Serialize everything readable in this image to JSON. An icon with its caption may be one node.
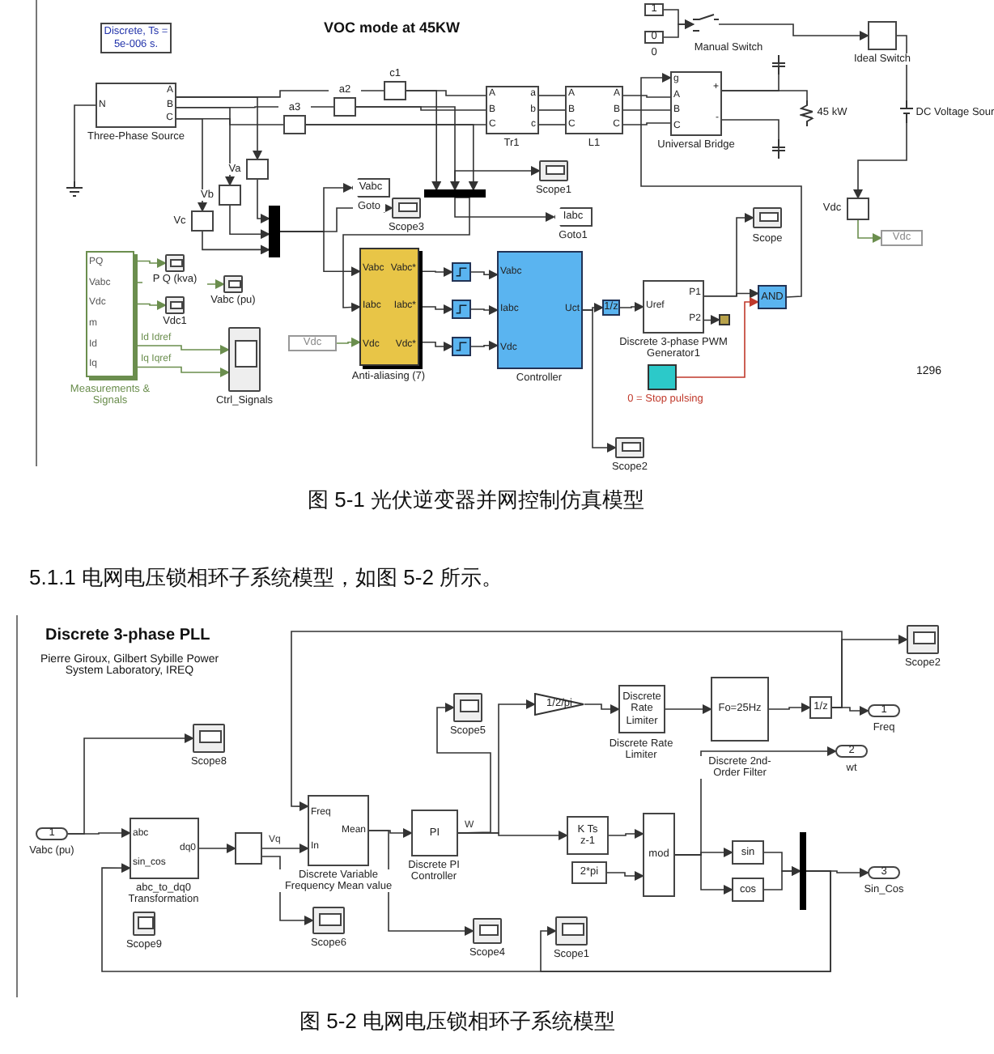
{
  "diagram": {
    "nodes": [
      {
        "text": [
          "Discrete, Ts = 5e-006 s."
        ]
      },
      {
        "text": [
          "N",
          "A",
          "B",
          "C"
        ],
        "beside": [
          "Three-Phase Source"
        ]
      },
      {
        "text": [],
        "shape": "ground"
      },
      {
        "text": [],
        "shape": "box",
        "beside": [
          "c1"
        ]
      },
      {
        "text": [],
        "shape": "box",
        "beside": [
          "a2"
        ]
      },
      {
        "text": [],
        "shape": "box",
        "beside": [
          "a3"
        ]
      },
      {
        "text": [],
        "shape": "box",
        "beside": [
          "Va"
        ]
      },
      {
        "text": [],
        "shape": "box",
        "beside": [
          "Vb"
        ]
      },
      {
        "text": [],
        "shape": "box",
        "beside": [
          "Vc"
        ]
      },
      {
        "text": [],
        "shape": "bar"
      },
      {
        "text": [
          "Vabc"
        ],
        "beside": [
          "Goto"
        ]
      },
      {
        "text": [],
        "shape": "box",
        "beside": [
          "Scope3"
        ]
      },
      {
        "text": [],
        "shape": "bar"
      },
      {
        "text": [
          "A",
          "B",
          "C",
          "a",
          "b",
          "c"
        ],
        "beside": [
          "Tr1"
        ]
      },
      {
        "text": [
          "A",
          "B",
          "C",
          "A",
          "B",
          "C"
        ],
        "beside": [
          "L1"
        ]
      },
      {
        "text": [
          "g",
          "A",
          "B",
          "C",
          "+",
          "-"
        ],
        "beside": [
          "Universal Bridge"
        ]
      },
      {
        "text": [
          "1"
        ]
      },
      {
        "text": [
          "0"
        ],
        "beside": [
          "0"
        ]
      },
      {
        "text": [],
        "shape": "switch",
        "beside": [
          "Manual Switch"
        ]
      },
      {
        "text": [],
        "shape": "box",
        "beside": [
          "Ideal Switch"
        ]
      },
      {
        "text": [],
        "shape": "capacitor"
      },
      {
        "text": [],
        "shape": "capacitor"
      },
      {
        "text": [],
        "shape": "resistor",
        "beside": [
          "45 kW"
        ]
      },
      {
        "text": [],
        "shape": "battery",
        "beside": [
          "DC Voltage Sour"
        ]
      },
      {
        "text": [],
        "shape": "box",
        "beside": [
          "Vdc"
        ]
      },
      {
        "text": [
          "Vdc"
        ]
      },
      {
        "text": [],
        "shape": "box",
        "beside": [
          "Scope1"
        ]
      },
      {
        "text": [
          "Iabc"
        ],
        "beside": [
          "Goto1"
        ]
      },
      {
        "text": [
          "PQ",
          "Vabc",
          "Vdc",
          "m",
          "Id",
          "Iq"
        ],
        "beside": [
          "Measurements & Signals"
        ]
      },
      {
        "text": [],
        "shape": "box",
        "beside": [
          "P Q (kva)"
        ]
      },
      {
        "text": [],
        "shape": "box",
        "beside": [
          "Vabc (pu)"
        ]
      },
      {
        "text": [],
        "shape": "box",
        "beside": [
          "Vdc1"
        ]
      },
      {
        "text": [],
        "shape": "box",
        "beside": [
          "Ctrl_Signals"
        ]
      },
      {
        "text": [
          "Vdc"
        ]
      },
      {
        "text": [
          "Vabc",
          "Iabc",
          "Vdc",
          "Vabc*",
          "Iabc*",
          "Vdc*"
        ],
        "beside": [
          "Anti-aliasing (7)"
        ]
      },
      {
        "text": [],
        "shape": "box"
      },
      {
        "text": [],
        "shape": "box"
      },
      {
        "text": [],
        "shape": "box"
      },
      {
        "text": [
          "Vabc",
          "Iabc",
          "Vdc",
          "Uct"
        ],
        "beside": [
          "Controller"
        ]
      },
      {
        "text": [
          "1/z"
        ]
      },
      {
        "text": [
          "Uref",
          "P1",
          "P2"
        ],
        "beside": [
          "Discrete 3-phase PWM Generator1"
        ]
      },
      {
        "text": [],
        "shape": "box"
      },
      {
        "text": [],
        "shape": "box",
        "beside": [
          "Scope"
        ]
      },
      {
        "text": [
          "AND"
        ]
      },
      {
        "text": [],
        "shape": "box",
        "beside": [
          "0 = Stop pulsing"
        ]
      },
      {
        "text": [],
        "shape": "box",
        "beside": [
          "Scope2"
        ]
      },
      {
        "text": [
          "1"
        ],
        "beside": [
          "Vabc (pu)"
        ]
      },
      {
        "text": [],
        "shape": "box",
        "beside": [
          "Scope8"
        ]
      },
      {
        "text": [
          "abc",
          "sin_cos",
          "dq0"
        ],
        "beside": [
          "abc_to_dq0 Transformation"
        ]
      },
      {
        "text": [],
        "shape": "box",
        "beside": [
          "Scope9"
        ]
      },
      {
        "text": [],
        "shape": "box"
      },
      {
        "text": [
          "Freq",
          "In",
          "Mean"
        ],
        "beside": [
          "Discrete Variable Frequency Mean value"
        ]
      },
      {
        "text": [],
        "shape": "box",
        "beside": [
          "Scope6"
        ]
      },
      {
        "text": [
          "PI"
        ],
        "beside": [
          "Discrete PI Controller"
        ]
      },
      {
        "text": [],
        "shape": "box",
        "beside": [
          "Scope5"
        ]
      },
      {
        "text": [],
        "shape": "box",
        "beside": [
          "Scope4"
        ]
      },
      {
        "text": [
          "1/2/pi"
        ]
      },
      {
        "text": [
          "Discrete Rate Limiter"
        ],
        "beside": [
          "Discrete Rate Limiter"
        ]
      },
      {
        "text": [
          "Fo=25Hz"
        ],
        "beside": [
          "Discrete 2nd-Order Filter"
        ]
      },
      {
        "text": [
          "1/z"
        ]
      },
      {
        "text": [
          "1"
        ],
        "beside": [
          "Freq"
        ]
      },
      {
        "text": [
          "2"
        ],
        "beside": [
          "wt"
        ]
      },
      {
        "text": [],
        "shape": "box",
        "beside": [
          "Scope2"
        ]
      },
      {
        "text": [
          "K Ts",
          "z-1"
        ]
      },
      {
        "text": [
          "2*pi"
        ]
      },
      {
        "text": [
          "mod"
        ]
      },
      {
        "text": [
          "sin"
        ]
      },
      {
        "text": [
          "cos"
        ]
      },
      {
        "text": [],
        "shape": "bar"
      },
      {
        "text": [
          "3"
        ],
        "beside": [
          "Sin_Cos"
        ]
      },
      {
        "text": [],
        "shape": "box",
        "beside": [
          "Scope1"
        ]
      }
    ],
    "edges": [
      {
        "from": 1,
        "to": 2,
        "arrow": "none"
      },
      {
        "from": 1,
        "to": 3,
        "arrow": "none"
      },
      {
        "from": 1,
        "to": 4,
        "arrow": "none"
      },
      {
        "from": 1,
        "to": 5,
        "arrow": "none"
      },
      {
        "from": 3,
        "to": 13,
        "arrow": "none"
      },
      {
        "from": 4,
        "to": 13,
        "arrow": "none"
      },
      {
        "from": 5,
        "to": 13,
        "arrow": "none"
      },
      {
        "from": 13,
        "to": 14,
        "arrow": "none"
      },
      {
        "from": 13,
        "to": 14,
        "arrow": "none"
      },
      {
        "from": 13,
        "to": 14,
        "arrow": "none"
      },
      {
        "from": 14,
        "to": 15,
        "arrow": "none"
      },
      {
        "from": 14,
        "to": 15,
        "arrow": "none"
      },
      {
        "from": 14,
        "to": 15,
        "arrow": "none"
      },
      {
        "from": 1,
        "to": 6,
        "arrow": "to"
      },
      {
        "from": 1,
        "to": 7,
        "arrow": "to"
      },
      {
        "from": 1,
        "to": 8,
        "arrow": "to"
      },
      {
        "from": 6,
        "to": 9,
        "arrow": "to"
      },
      {
        "from": 7,
        "to": 9,
        "arrow": "to"
      },
      {
        "from": 8,
        "to": 9,
        "arrow": "to"
      },
      {
        "from": 9,
        "to": 10,
        "arrow": "to"
      },
      {
        "from": 9,
        "to": 34,
        "arrow": "to"
      },
      {
        "from": 9,
        "to": 11,
        "arrow": "to"
      },
      {
        "from": 3,
        "to": 12,
        "arrow": "to"
      },
      {
        "from": 4,
        "to": 12,
        "arrow": "to"
      },
      {
        "from": 5,
        "to": 12,
        "arrow": "to"
      },
      {
        "from": 12,
        "to": 26,
        "arrow": "to"
      },
      {
        "from": 12,
        "to": 27,
        "arrow": "to"
      },
      {
        "from": 12,
        "to": 34,
        "arrow": "to"
      },
      {
        "from": 15,
        "to": 20,
        "arrow": "none"
      },
      {
        "from": 15,
        "to": 21,
        "arrow": "none"
      },
      {
        "from": 15,
        "to": 22,
        "arrow": "none"
      },
      {
        "from": 16,
        "to": 18,
        "arrow": "to"
      },
      {
        "from": 17,
        "to": 18,
        "arrow": "to"
      },
      {
        "from": 18,
        "to": 19,
        "arrow": "to"
      },
      {
        "from": 19,
        "to": 23,
        "arrow": "none"
      },
      {
        "from": 23,
        "to": 24,
        "arrow": "to"
      },
      {
        "from": 24,
        "to": 25,
        "arrow": "to",
        "color": "#6b8e4e"
      },
      {
        "from": 28,
        "to": 29,
        "arrow": "to",
        "color": "#6b8e4e"
      },
      {
        "from": 28,
        "to": 30,
        "arrow": "to",
        "color": "#6b8e4e"
      },
      {
        "from": 28,
        "to": 31,
        "arrow": "to",
        "color": "#6b8e4e"
      },
      {
        "from": 28,
        "to": 32,
        "arrow": "to",
        "label": "Id Idref",
        "color": "#6b8e4e"
      },
      {
        "from": 28,
        "to": 32,
        "arrow": "to",
        "label": "Iq Iqref",
        "color": "#6b8e4e"
      },
      {
        "from": 33,
        "to": 34,
        "arrow": "to",
        "color": "#6b8e4e"
      },
      {
        "from": 34,
        "to": 35,
        "arrow": "to"
      },
      {
        "from": 34,
        "to": 36,
        "arrow": "to"
      },
      {
        "from": 34,
        "to": 37,
        "arrow": "to"
      },
      {
        "from": 35,
        "to": 38,
        "arrow": "to"
      },
      {
        "from": 36,
        "to": 38,
        "arrow": "to"
      },
      {
        "from": 37,
        "to": 38,
        "arrow": "to"
      },
      {
        "from": 38,
        "to": 39,
        "arrow": "to"
      },
      {
        "from": 39,
        "to": 40,
        "arrow": "to"
      },
      {
        "from": 38,
        "to": 45,
        "arrow": "to"
      },
      {
        "from": 40,
        "to": 42,
        "arrow": "to"
      },
      {
        "from": 40,
        "to": 43,
        "arrow": "to"
      },
      {
        "from": 40,
        "to": 41,
        "arrow": "to"
      },
      {
        "from": 44,
        "to": 43,
        "arrow": "to",
        "color": "#c0392b"
      },
      {
        "from": 43,
        "to": 15,
        "arrow": "to"
      },
      {
        "from": 46,
        "to": 48,
        "arrow": "to"
      },
      {
        "from": 46,
        "to": 47,
        "arrow": "to"
      },
      {
        "from": 48,
        "to": 50,
        "arrow": "to"
      },
      {
        "from": 50,
        "to": 51,
        "arrow": "to",
        "label": "Vq"
      },
      {
        "from": 50,
        "to": 52,
        "arrow": "to"
      },
      {
        "from": 51,
        "to": 53,
        "arrow": "to"
      },
      {
        "from": 51,
        "to": 55,
        "arrow": "to"
      },
      {
        "from": 53,
        "to": 54,
        "arrow": "to",
        "label": "W"
      },
      {
        "from": 53,
        "to": 56,
        "arrow": "to"
      },
      {
        "from": 53,
        "to": 63,
        "arrow": "to"
      },
      {
        "from": 56,
        "to": 57,
        "arrow": "to"
      },
      {
        "from": 57,
        "to": 58,
        "arrow": "to"
      },
      {
        "from": 58,
        "to": 59,
        "arrow": "to"
      },
      {
        "from": 59,
        "to": 60,
        "arrow": "to"
      },
      {
        "from": 59,
        "to": 62,
        "arrow": "to"
      },
      {
        "from": 59,
        "to": 51,
        "arrow": "to"
      },
      {
        "from": 63,
        "to": 65,
        "arrow": "to"
      },
      {
        "from": 64,
        "to": 65,
        "arrow": "to"
      },
      {
        "from": 65,
        "to": 61,
        "arrow": "to"
      },
      {
        "from": 65,
        "to": 66,
        "arrow": "to"
      },
      {
        "from": 65,
        "to": 67,
        "arrow": "to"
      },
      {
        "from": 66,
        "to": 68,
        "arrow": "to"
      },
      {
        "from": 67,
        "to": 68,
        "arrow": "to"
      },
      {
        "from": 68,
        "to": 69,
        "arrow": "to"
      },
      {
        "from": 68,
        "to": 48,
        "arrow": "to"
      },
      {
        "from": 68,
        "to": 70,
        "arrow": "to"
      }
    ],
    "labels": [
      "VOC mode at 45KW",
      "1296",
      "图 5-1 光伏逆变器并网控制仿真模型",
      "5.1.1 电网电压锁相环子系统模型，如图 5-2 所示。",
      "Discrete 3-phase PLL",
      "Pierre Giroux, Gilbert Sybille Power System Laboratory, IREQ",
      "图 5-2 电网电压锁相环子系统模型"
    ]
  }
}
